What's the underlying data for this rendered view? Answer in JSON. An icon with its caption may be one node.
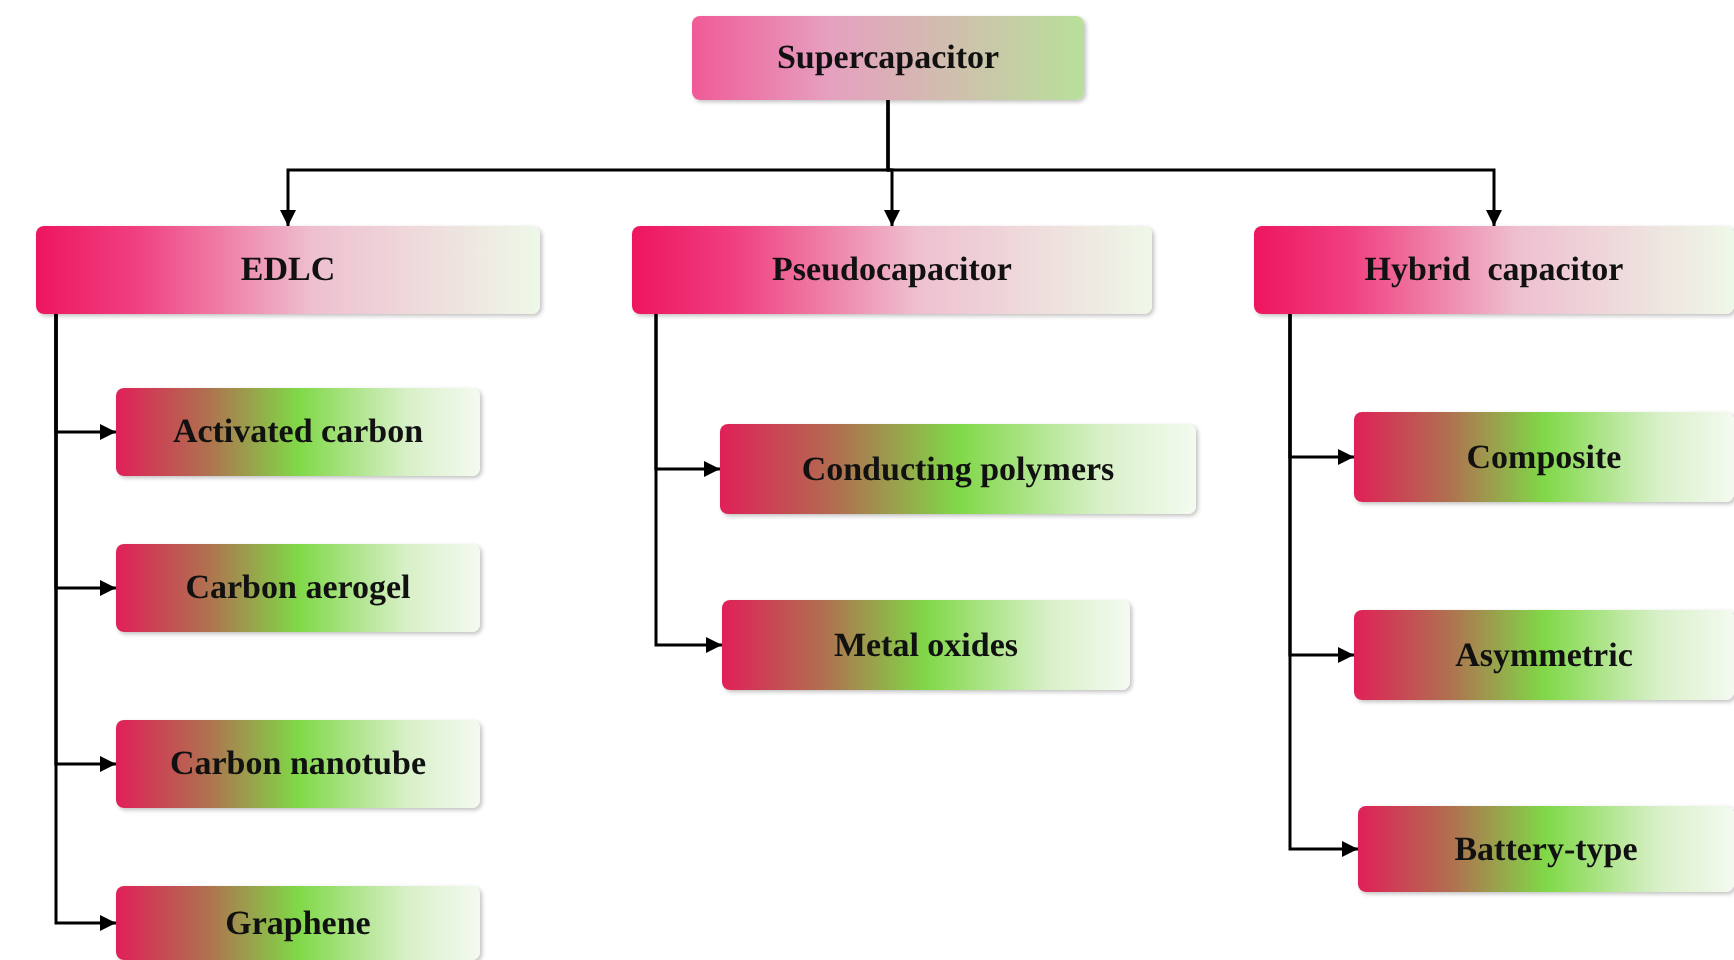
{
  "diagram": {
    "nodes": [
      {
        "text": [
          "Supercapacitor"
        ]
      },
      {
        "text": [
          "EDLC"
        ]
      },
      {
        "text": [
          "Pseudocapacitor"
        ]
      },
      {
        "text": [
          "Hybrid  capacitor"
        ]
      },
      {
        "text": [
          "Activated carbon"
        ]
      },
      {
        "text": [
          "Carbon aerogel"
        ]
      },
      {
        "text": [
          "Carbon nanotube"
        ]
      },
      {
        "text": [
          "Graphene"
        ]
      },
      {
        "text": [
          "Conducting polymers"
        ]
      },
      {
        "text": [
          "Metal oxides"
        ]
      },
      {
        "text": [
          "Composite"
        ]
      },
      {
        "text": [
          "Asymmetric"
        ]
      },
      {
        "text": [
          "Battery-type"
        ]
      }
    ],
    "edges": [
      {
        "from": 0,
        "to": 1,
        "arrow": "to"
      },
      {
        "from": 0,
        "to": 2,
        "arrow": "to"
      },
      {
        "from": 0,
        "to": 3,
        "arrow": "to"
      },
      {
        "from": 1,
        "to": 4,
        "arrow": "to"
      },
      {
        "from": 1,
        "to": 5,
        "arrow": "to"
      },
      {
        "from": 1,
        "to": 6,
        "arrow": "to"
      },
      {
        "from": 1,
        "to": 7,
        "arrow": "to"
      },
      {
        "from": 2,
        "to": 8,
        "arrow": "to"
      },
      {
        "from": 2,
        "to": 9,
        "arrow": "to"
      },
      {
        "from": 3,
        "to": 10,
        "arrow": "to"
      },
      {
        "from": 3,
        "to": 11,
        "arrow": "to"
      },
      {
        "from": 3,
        "to": 12,
        "arrow": "to"
      }
    ]
  }
}
